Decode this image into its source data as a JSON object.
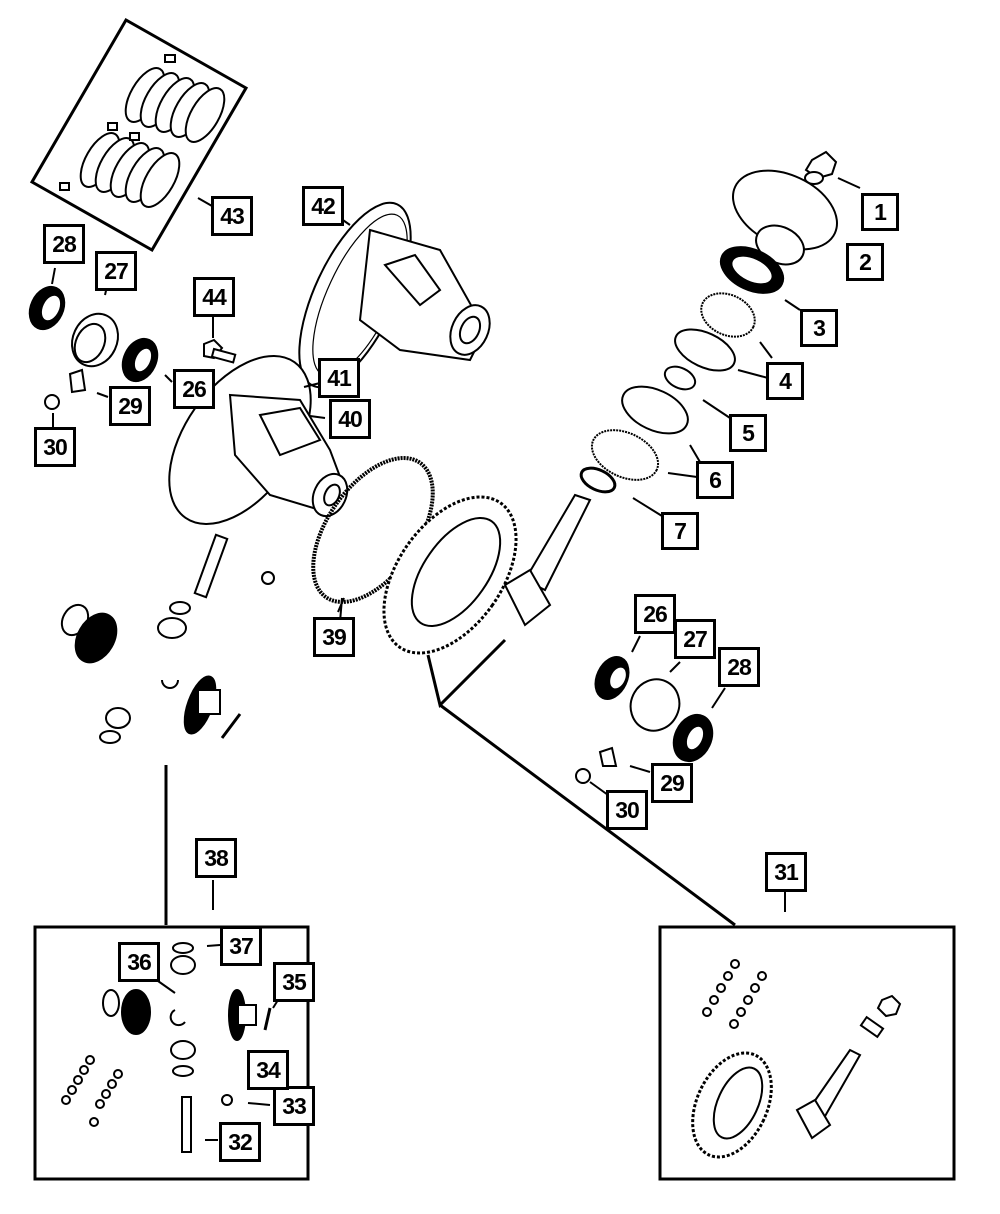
{
  "diagram": {
    "title": "Differential assembly exploded parts diagram",
    "callouts": [
      {
        "id": "1",
        "label": "1",
        "part": "pinion-nut"
      },
      {
        "id": "2",
        "label": "2",
        "part": "companion-flange"
      },
      {
        "id": "3",
        "label": "3",
        "part": "pinion-seal"
      },
      {
        "id": "4",
        "label": "4",
        "part": "outer-pinion-bearing-cone-and-cup"
      },
      {
        "id": "5",
        "label": "5",
        "part": "collapsible-spacer"
      },
      {
        "id": "6",
        "label": "6",
        "part": "inner-pinion-bearing-cup-and-cone"
      },
      {
        "id": "7",
        "label": "7",
        "part": "pinion-shim"
      },
      {
        "id": "26a",
        "label": "26",
        "part": "side-bearing-cone-left"
      },
      {
        "id": "27a",
        "label": "27",
        "part": "side-bearing-cup-left"
      },
      {
        "id": "28a",
        "label": "28",
        "part": "side-bearing-shim-left"
      },
      {
        "id": "29a",
        "label": "29",
        "part": "bearing-cap-clip-left"
      },
      {
        "id": "30a",
        "label": "30",
        "part": "bolt-left"
      },
      {
        "id": "26b",
        "label": "26",
        "part": "side-bearing-cone-right"
      },
      {
        "id": "27b",
        "label": "27",
        "part": "side-bearing-cup-right"
      },
      {
        "id": "28b",
        "label": "28",
        "part": "side-bearing-shim-right"
      },
      {
        "id": "29b",
        "label": "29",
        "part": "bearing-cap-clip-right"
      },
      {
        "id": "30b",
        "label": "30",
        "part": "bolt-right"
      },
      {
        "id": "31",
        "label": "31",
        "part": "ring-and-pinion-gear-kit"
      },
      {
        "id": "32",
        "label": "32",
        "part": "pinion-mate-shaft"
      },
      {
        "id": "33",
        "label": "33",
        "part": "lock-bolt"
      },
      {
        "id": "34",
        "label": "34",
        "part": "ring-gear-bolts"
      },
      {
        "id": "35",
        "label": "35",
        "part": "c-lock"
      },
      {
        "id": "36",
        "label": "36",
        "part": "side-gear"
      },
      {
        "id": "37",
        "label": "37",
        "part": "thrust-washer"
      },
      {
        "id": "38",
        "label": "38",
        "part": "differential-gear-kit"
      },
      {
        "id": "39",
        "label": "39",
        "part": "tone-ring"
      },
      {
        "id": "40",
        "label": "40",
        "part": "differential-case"
      },
      {
        "id": "41",
        "label": "41",
        "part": "case-assembly"
      },
      {
        "id": "42",
        "label": "42",
        "part": "limited-slip-differential-case"
      },
      {
        "id": "43",
        "label": "43",
        "part": "clutch-pack-kit"
      },
      {
        "id": "44",
        "label": "44",
        "part": "case-bolt"
      }
    ]
  }
}
